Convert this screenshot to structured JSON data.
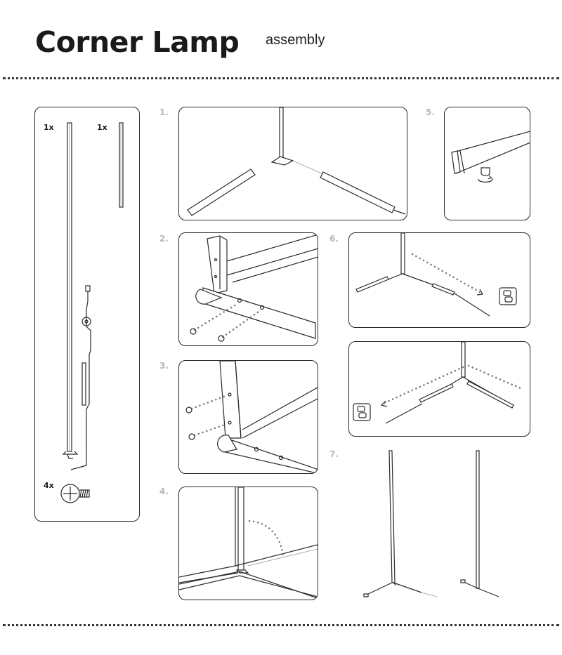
{
  "header": {
    "title": "Corner Lamp",
    "subtitle": "assembly"
  },
  "parts": {
    "items": [
      {
        "qty": "1x",
        "icon": "lamp-pole-with-cable-icon"
      },
      {
        "qty": "1x",
        "icon": "short-pole-icon"
      },
      {
        "qty": "4x",
        "icon": "screw-icon"
      }
    ]
  },
  "steps": [
    {
      "num": "1.",
      "icon": "base-legs-layout-icon"
    },
    {
      "num": "2.",
      "icon": "base-screws-front-icon"
    },
    {
      "num": "3.",
      "icon": "pole-screws-side-icon"
    },
    {
      "num": "4.",
      "icon": "corner-placement-icon"
    },
    {
      "num": "5.",
      "icon": "adjustable-foot-icon"
    },
    {
      "num": "6.",
      "icon": "route-cable-right-outlet-icon"
    },
    {
      "num": "",
      "icon": "route-cable-left-outlet-icon"
    },
    {
      "num": "7.",
      "icon": "assembled-lamp-icon"
    }
  ]
}
